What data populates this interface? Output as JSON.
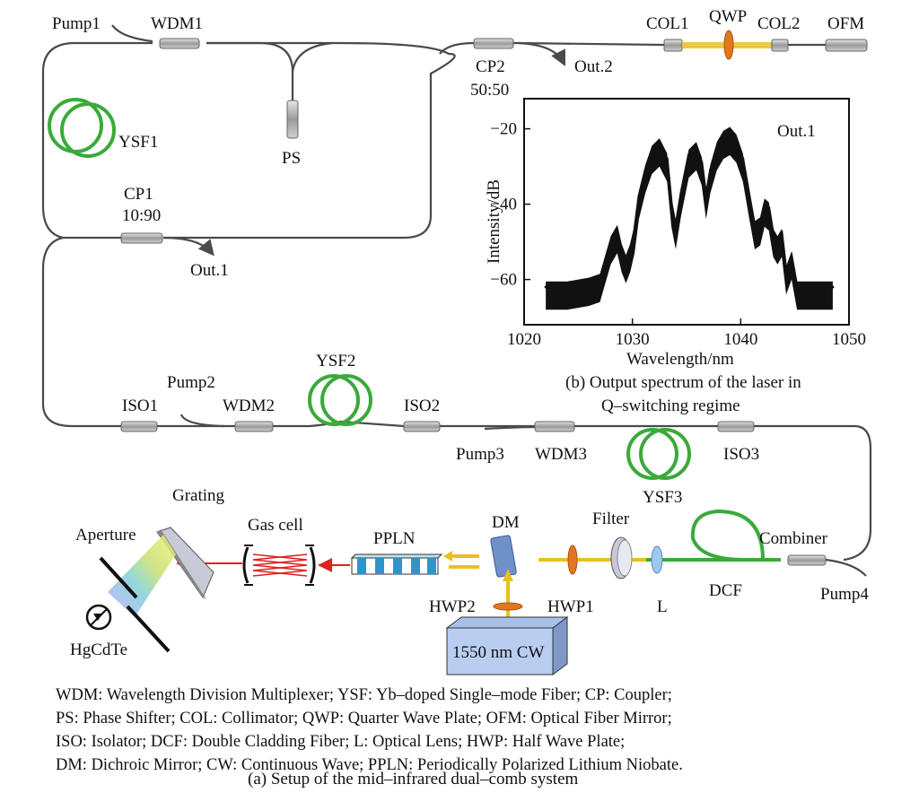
{
  "labels": {
    "pump1": "Pump1",
    "wdm1": "WDM1",
    "ysf1": "YSF1",
    "ps": "PS",
    "cp1": "CP1",
    "cp1_ratio": "10:90",
    "out1": "Out.1",
    "cp2": "CP2",
    "cp2_ratio": "50:50",
    "out2": "Out.2",
    "col1": "COL1",
    "qwp": "QWP",
    "col2": "COL2",
    "ofm": "OFM",
    "pump2": "Pump2",
    "iso1": "ISO1",
    "wdm2": "WDM2",
    "ysf2": "YSF2",
    "iso2": "ISO2",
    "pump3": "Pump3",
    "wdm3": "WDM3",
    "ysf3": "YSF3",
    "iso3": "ISO3",
    "grating": "Grating",
    "aperture": "Aperture",
    "gas_cell": "Gas cell",
    "ppln": "PPLN",
    "dm": "DM",
    "filter": "Filter",
    "combiner": "Combiner",
    "hwp2": "HWP2",
    "hwp1": "HWP1",
    "l": "L",
    "dcf": "DCF",
    "pump4": "Pump4",
    "hgcdte": "HgCdTe",
    "cw": "1550 nm CW"
  },
  "captions": {
    "b_line1": "(b) Output spectrum of the laser in",
    "b_line2": "Q–switching regime",
    "a": "(a) Setup of the mid–infrared dual–comb system"
  },
  "legend": [
    "WDM: Wavelength Division Multiplexer; YSF: Yb–doped Single–mode Fiber; CP: Coupler;",
    "PS: Phase Shifter; COL: Collimator; QWP: Quarter Wave Plate; OFM: Optical Fiber Mirror;",
    "ISO: Isolator; DCF: Double Cladding Fiber; L: Optical Lens; HWP: Half Wave Plate;",
    "DM: Dichroic Mirror; CW: Continuous Wave; PPLN: Periodically Polarized Lithium Niobate."
  ],
  "colors": {
    "fiber": "#4a4a4a",
    "coil": "#3aaa3a",
    "beam_red": "#e02020",
    "beam_yellow": "#e8c020",
    "component": "#a8a8a8"
  },
  "chart_data": {
    "type": "line",
    "title": "",
    "annotation": "Out.1",
    "xlabel": "Wavelength/nm",
    "ylabel": "Intensity/dB",
    "xlim": [
      1020,
      1050
    ],
    "ylim": [
      -72,
      -12
    ],
    "xticks": [
      1020,
      1030,
      1040,
      1050
    ],
    "yticks": [
      -20,
      -40,
      -60
    ],
    "series": [
      {
        "x": [
          1022,
          1024,
          1026,
          1027,
          1028,
          1028.6,
          1029.0,
          1029.4,
          1029.8,
          1030.2,
          1030.6,
          1031.2,
          1031.8,
          1032.5,
          1033.2,
          1033.6,
          1034.0,
          1034.5,
          1035.2,
          1035.9,
          1036.4,
          1036.8,
          1037.2,
          1037.8,
          1038.4,
          1039.0,
          1039.6,
          1040.2,
          1040.8,
          1041.3,
          1041.8,
          1042.2,
          1042.6,
          1043.0,
          1043.4,
          1043.8,
          1044.2,
          1044.7,
          1045.2,
          1046,
          1047,
          1048.5
        ],
        "y": [
          -62,
          -62,
          -61,
          -60,
          -50,
          -47,
          -52,
          -55,
          -52,
          -47,
          -38,
          -31,
          -26,
          -24,
          -28,
          -40,
          -46,
          -37,
          -27,
          -25,
          -29,
          -38,
          -31,
          -25,
          -22,
          -21,
          -23,
          -28,
          -38,
          -46,
          -45,
          -40,
          -41,
          -48,
          -50,
          -48,
          -58,
          -54,
          -62,
          -62,
          -62,
          -62
        ]
      }
    ]
  }
}
